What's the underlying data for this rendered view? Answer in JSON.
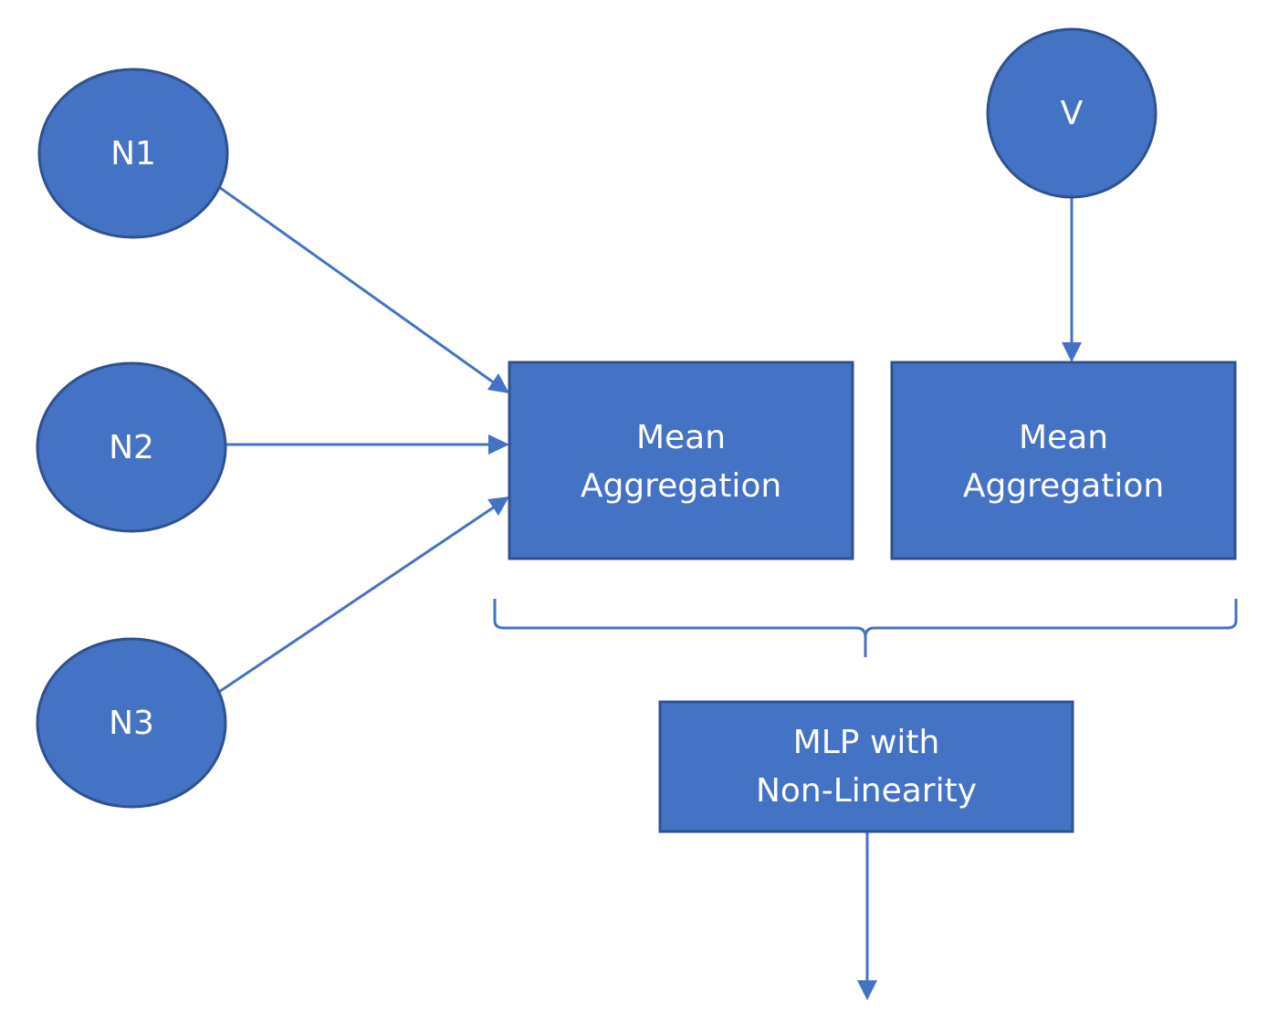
{
  "nodes": {
    "n1": "N1",
    "n2": "N2",
    "n3": "N3",
    "v": "V"
  },
  "boxes": {
    "neighbor_agg": [
      "Mean",
      "Aggregation"
    ],
    "self_agg": [
      "Mean",
      "Aggregation"
    ],
    "mlp": [
      "MLP with",
      "Non-Linearity"
    ]
  },
  "colors": {
    "fill": "#4472C4",
    "outline": "#2F528F",
    "text": "#FFFFFF"
  }
}
